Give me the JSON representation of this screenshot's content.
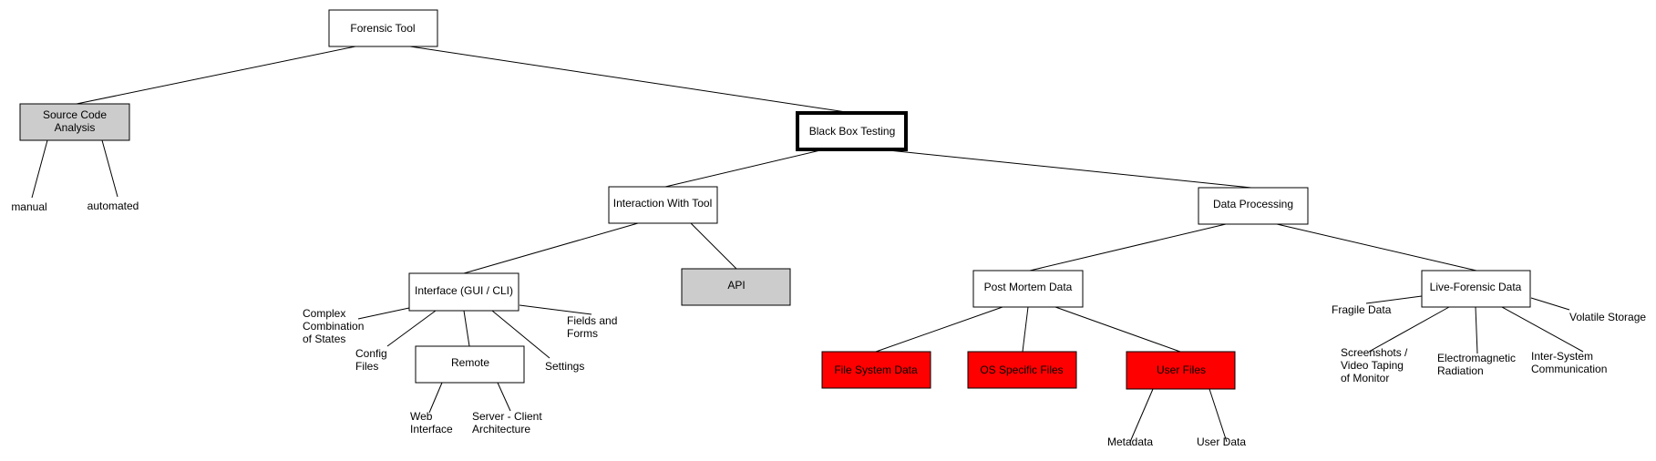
{
  "colors": {
    "gray_box": "#cccccc",
    "red_box": "#ff0000",
    "line": "#000000"
  },
  "nodes": {
    "forensic_tool": "Forensic Tool",
    "source_code_analysis": [
      "Source Code",
      "Analysis"
    ],
    "manual": "manual",
    "automated": "automated",
    "black_box_testing": "Black Box Testing",
    "interaction_with_tool": "Interaction With Tool",
    "data_processing": "Data Processing",
    "interface": "Interface (GUI / CLI)",
    "api": "API",
    "complex_combination": [
      "Complex",
      "Combination",
      "of States"
    ],
    "config_files": [
      "Config",
      "Files"
    ],
    "remote": "Remote",
    "settings": "Settings",
    "fields_and_forms": [
      "Fields and",
      "Forms"
    ],
    "web_interface": [
      "Web",
      "Interface"
    ],
    "server_client": [
      "Server - Client",
      "Architecture"
    ],
    "post_mortem_data": "Post Mortem Data",
    "file_system_data": "File System Data",
    "os_specific_files": "OS Specific Files",
    "user_files": "User Files",
    "metadata": "Metadata",
    "user_data": "User Data",
    "live_forensic_data": "Live-Forensic Data",
    "fragile_data": "Fragile Data",
    "volatile_storage": "Volatile Storage",
    "screenshots": [
      "Screenshots /",
      "Video Taping",
      "of Monitor"
    ],
    "electromagnetic": [
      "Electromagnetic",
      "Radiation"
    ],
    "inter_system": [
      "Inter-System",
      "Communication"
    ]
  }
}
